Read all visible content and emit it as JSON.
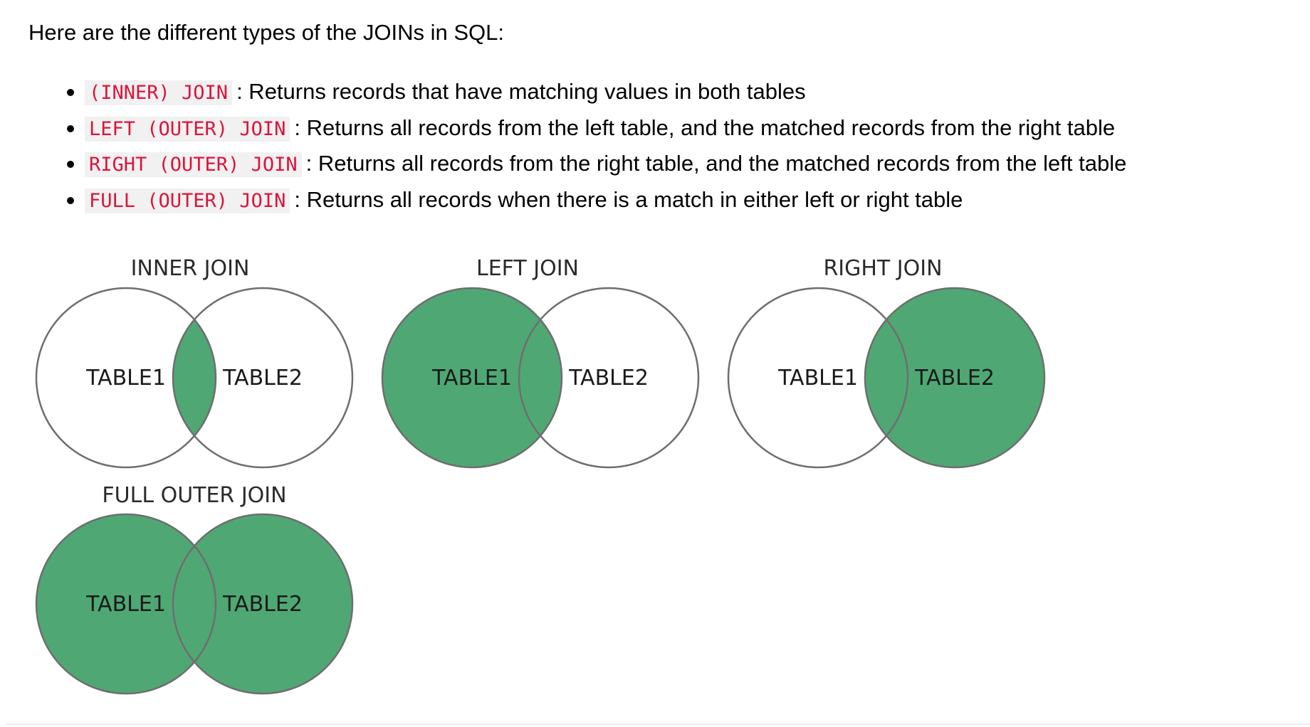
{
  "intro": "Here are the different types of the JOINs in SQL:",
  "joins": [
    {
      "code": "(INNER) JOIN",
      "description": ": Returns records that have matching values in both tables"
    },
    {
      "code": "LEFT (OUTER) JOIN",
      "description": ": Returns all records from the left table, and the matched records from the right table"
    },
    {
      "code": "RIGHT (OUTER) JOIN",
      "description": ": Returns all records from the right table, and the matched records from the left table"
    },
    {
      "code": "FULL (OUTER) JOIN",
      "description": ": Returns all records when there is a match in either left or right table"
    }
  ],
  "diagrams": {
    "fill_color": "#4fa874",
    "outline_color": "#6e6e6e",
    "items": [
      {
        "title": "INNER JOIN",
        "left_label": "TABLE1",
        "right_label": "TABLE2",
        "highlight": "intersection"
      },
      {
        "title": "LEFT JOIN",
        "left_label": "TABLE1",
        "right_label": "TABLE2",
        "highlight": "left"
      },
      {
        "title": "RIGHT JOIN",
        "left_label": "TABLE1",
        "right_label": "TABLE2",
        "highlight": "right"
      },
      {
        "title": "FULL OUTER JOIN",
        "left_label": "TABLE1",
        "right_label": "TABLE2",
        "highlight": "both"
      }
    ]
  }
}
